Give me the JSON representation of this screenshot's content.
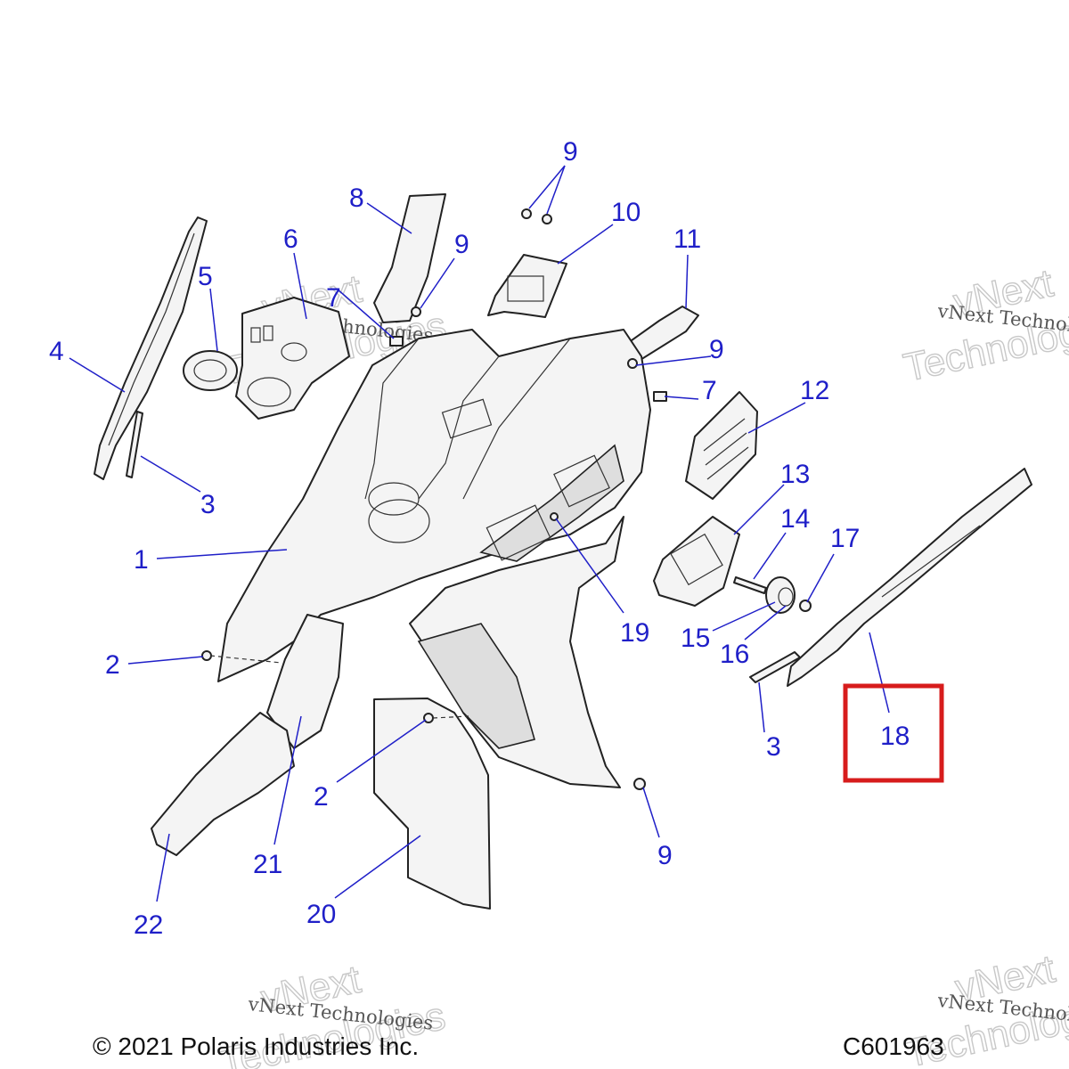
{
  "callouts": {
    "c1": "1",
    "c2a": "2",
    "c2b": "2",
    "c3a": "3",
    "c3b": "3",
    "c4": "4",
    "c5": "5",
    "c6": "6",
    "c7a": "7",
    "c7b": "7",
    "c8": "8",
    "c9a": "9",
    "c9b": "9",
    "c9c": "9",
    "c9d": "9",
    "c10": "10",
    "c11": "11",
    "c12": "12",
    "c13": "13",
    "c14": "14",
    "c15": "15",
    "c16": "16",
    "c17": "17",
    "c18": "18",
    "c19": "19",
    "c20": "20",
    "c21": "21",
    "c22": "22"
  },
  "highlighted_part": "18",
  "watermark": {
    "small_text": "vNext Technologies",
    "big_line1": "vNext",
    "big_line2": "Technologies"
  },
  "footer": {
    "copyright": "© 2021 Polaris Industries Inc.",
    "diagram_code": "C601963"
  },
  "colors": {
    "callout": "#1f1fc8",
    "highlight": "#d71c1c",
    "part_fill": "#f4f4f4"
  }
}
